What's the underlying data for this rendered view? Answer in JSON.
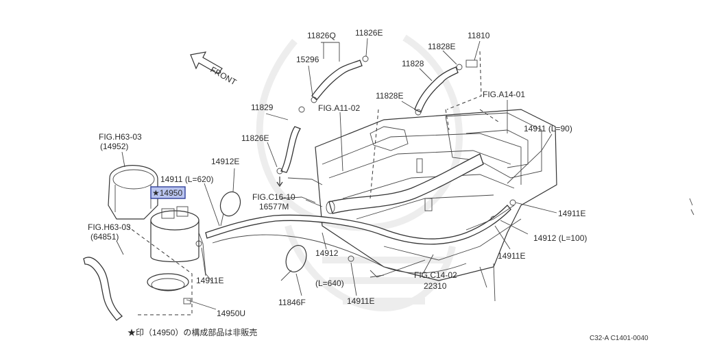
{
  "labels": {
    "front": "FRONT",
    "p11826q": "11826Q",
    "p11826e_top": "11826E",
    "p11810": "11810",
    "p11828e_top": "11828E",
    "p15296": "15296",
    "p11828": "11828",
    "p11828e_mid": "11828E",
    "fig_a14": "FIG.A14-01",
    "p11829": "11829",
    "fig_a11": "FIG.A11-02",
    "p14911_l90": "14911 (L=90)",
    "fig_h63_top": "FIG.H63-03",
    "p14952": "(14952)",
    "p11826e_left": "11826E",
    "p14912e": "14912E",
    "p14911_l620": "14911 (L=620)",
    "p14950": "★14950",
    "fig_c16": "FIG.C16-10",
    "p16577m": "16577M",
    "p14911e_right": "14911E",
    "fig_h63_left": "FIG.H63-03",
    "p64851": "(64851)",
    "p14912_l100": "14912 (L=100)",
    "p14911e_mid": "14911E",
    "p14911e_left": "14911E",
    "p14912": "14912",
    "p14912_l640": "(L=640)",
    "fig_c14": "FIG.C14-02",
    "p22310": "22310",
    "p11846f": "11846F",
    "p14911e_bottom": "14911E",
    "p14950u": "14950U"
  },
  "footnote": "★印（14950）の構成部品は非販売",
  "diagram_code": "C32-A C1401-0040",
  "colors": {
    "highlight_fill": "#b9c4ef",
    "highlight_stroke": "#2f3f9a",
    "line": "#333333"
  }
}
